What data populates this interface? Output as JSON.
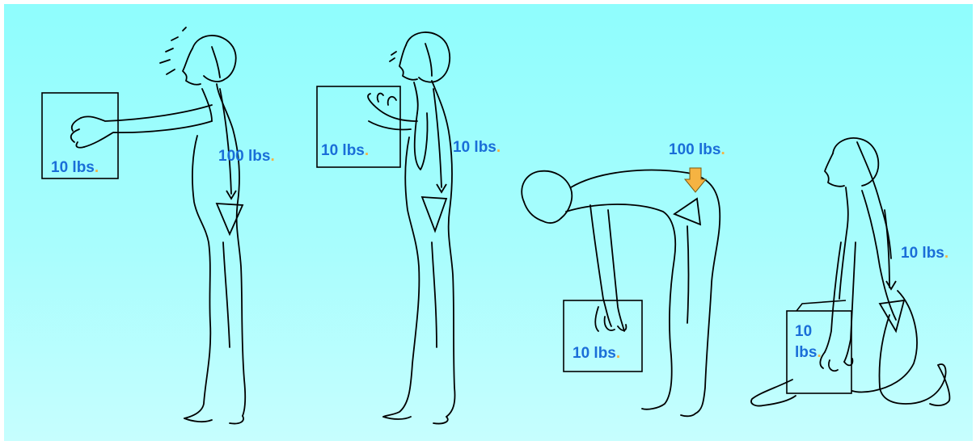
{
  "figures": [
    {
      "box_label": "10 lbs",
      "load_label": "100 lbs"
    },
    {
      "box_label": "10 lbs",
      "load_label": "10 lbs"
    },
    {
      "box_label": "10 lbs",
      "load_label": "100 lbs"
    },
    {
      "box_label": "10\nlbs",
      "load_label": "10 lbs"
    }
  ],
  "colors": {
    "background_top": "#8ffdfd",
    "background_bottom": "#c6fefe",
    "label": "#1a6ed8",
    "dot": "#f5b342",
    "arrow": "#f5b342"
  }
}
